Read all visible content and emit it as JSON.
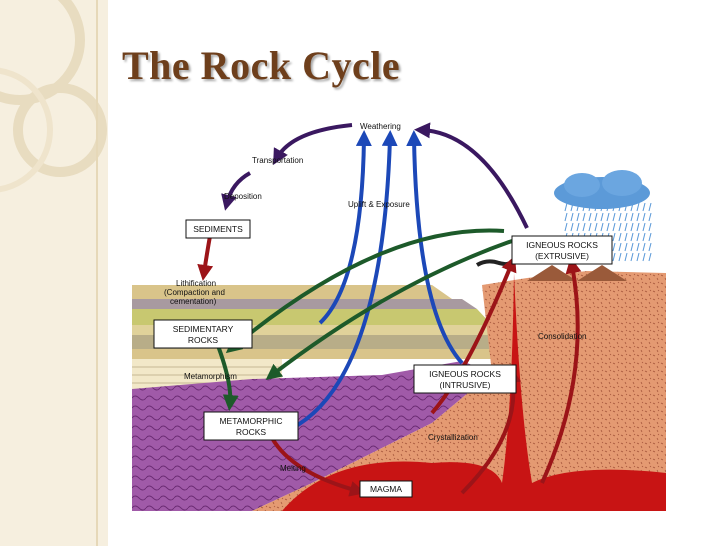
{
  "title": "The Rock Cycle",
  "diagram": {
    "labels": {
      "weathering": "Weathering",
      "transportation": "Transportation",
      "deposition": "Deposition",
      "sediments": "SEDIMENTS",
      "lithification": "Lithification",
      "compaction": "(Compaction and",
      "cementation": "cementation)",
      "sedimentary_rocks_1": "SEDIMENTARY",
      "sedimentary_rocks_2": "ROCKS",
      "metamorphism": "Metamorphism",
      "metamorphic_rocks_1": "METAMORPHIC",
      "metamorphic_rocks_2": "ROCKS",
      "melting": "Melting",
      "magma": "MAGMA",
      "crystallization": "Crystallization",
      "igneous_intrusive_1": "IGNEOUS ROCKS",
      "igneous_intrusive_2": "(INTRUSIVE)",
      "igneous_extrusive_1": "IGNEOUS ROCKS",
      "igneous_extrusive_2": "(EXTRUSIVE)",
      "consolidation": "Consolidation",
      "uplift_exposure": "Uplift & Exposure"
    },
    "colors": {
      "metamorphic_purple": "#a05aa8",
      "igneous_orange": "#e49a72",
      "magma_red": "#c81414",
      "arrow_blue": "#1c48b8",
      "arrow_green": "#1d5a2a",
      "arrow_purple": "#3a1860",
      "arrow_red": "#9c1418",
      "sediment_tan": "#eadcae",
      "cloud_blue": "#5c9ad8"
    }
  }
}
